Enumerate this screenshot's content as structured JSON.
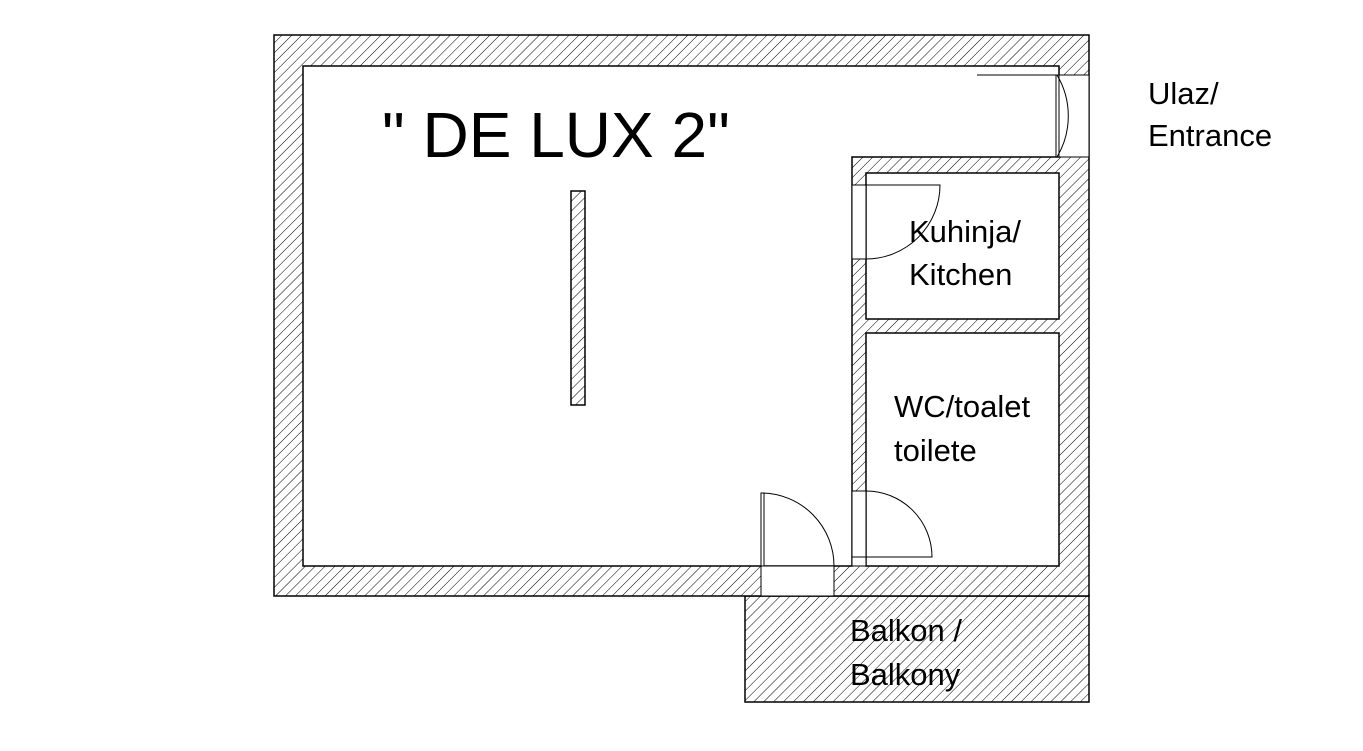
{
  "plan": {
    "title": "\" DE LUX 2\"",
    "labels": {
      "entrance_line1": "Ulaz/",
      "entrance_line2": "Entrance",
      "kitchen_line1": "Kuhinja/",
      "kitchen_line2": "Kitchen",
      "wc_line1": "WC/toalet",
      "wc_line2": "toilete",
      "balcony_line1": "Balkon /",
      "balcony_line2": "Balkony"
    },
    "colors": {
      "line": "#000000",
      "background": "#ffffff"
    }
  }
}
